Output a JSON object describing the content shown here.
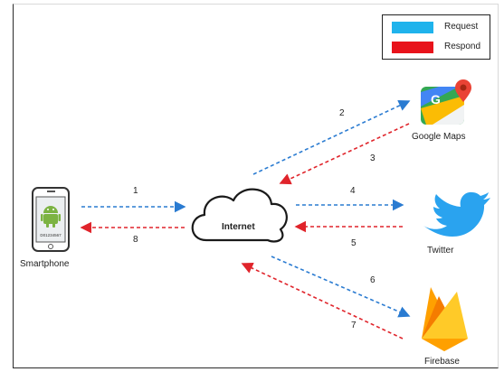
{
  "legend": {
    "request_label": "Request",
    "respond_label": "Respond",
    "request_color": "#1fb3ec",
    "respond_color": "#e8131b"
  },
  "nodes": {
    "smartphone": "Smartphone",
    "phone_screen_text": "D01234567",
    "internet": "Internet",
    "google_maps": "Google Maps",
    "twitter": "Twitter",
    "firebase": "Firebase"
  },
  "steps": [
    "1",
    "2",
    "3",
    "4",
    "5",
    "6",
    "7",
    "8"
  ],
  "colors": {
    "request_arrow": "#2a7bd1",
    "respond_arrow": "#e0242b",
    "twitter_blue": "#2aa3ef",
    "firebase_yellow": "#ffca28",
    "firebase_orange": "#ffa000"
  }
}
